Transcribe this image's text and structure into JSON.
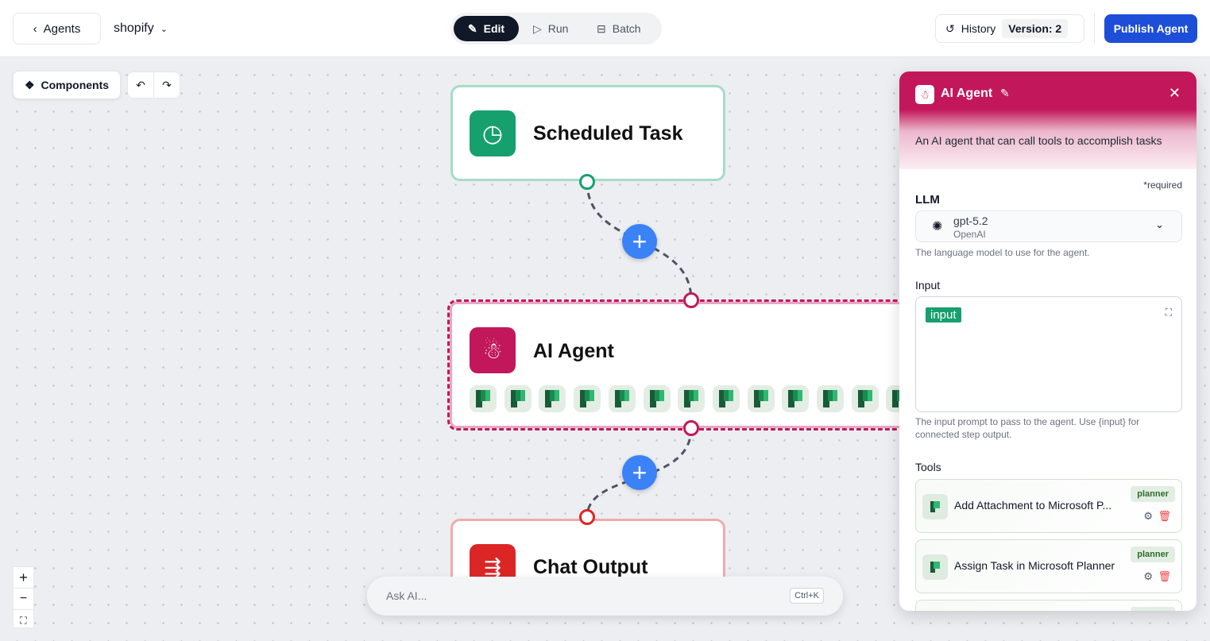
{
  "header": {
    "back_label": "Agents",
    "project": "shopify",
    "modes": [
      "Edit",
      "Run",
      "Batch"
    ],
    "active_mode": "Edit",
    "history_label": "History",
    "version_label": "Version: 2",
    "publish_label": "Publish Agent"
  },
  "toolbar": {
    "components_label": "Components"
  },
  "nodes": {
    "scheduled": {
      "title": "Scheduled Task",
      "color": "#16a06e"
    },
    "agent": {
      "title": "AI Agent",
      "color": "#c2185b",
      "tool_count_visible": 13
    },
    "output": {
      "title": "Chat Output",
      "color": "#dc2626"
    }
  },
  "ask_ai": {
    "placeholder": "Ask AI...",
    "shortcut": "Ctrl+K"
  },
  "zoom_controls": {
    "in": "+",
    "out": "−"
  },
  "panel": {
    "title": "AI Agent",
    "description": "An AI agent that can call tools to accomplish tasks",
    "required_note": "*required",
    "llm": {
      "label": "LLM",
      "model": "gpt-5.2",
      "provider": "OpenAI",
      "hint": "The language model to use for the agent."
    },
    "input": {
      "label": "Input",
      "token": "input",
      "hint": "The input prompt to pass to the agent. Use {input} for connected step output."
    },
    "tools": {
      "label": "Tools",
      "items": [
        {
          "name": "Add Attachment to Microsoft P...",
          "badge": "planner"
        },
        {
          "name": "Assign Task in Microsoft Planner",
          "badge": "planner"
        },
        {
          "name": "",
          "badge": ""
        }
      ]
    }
  }
}
